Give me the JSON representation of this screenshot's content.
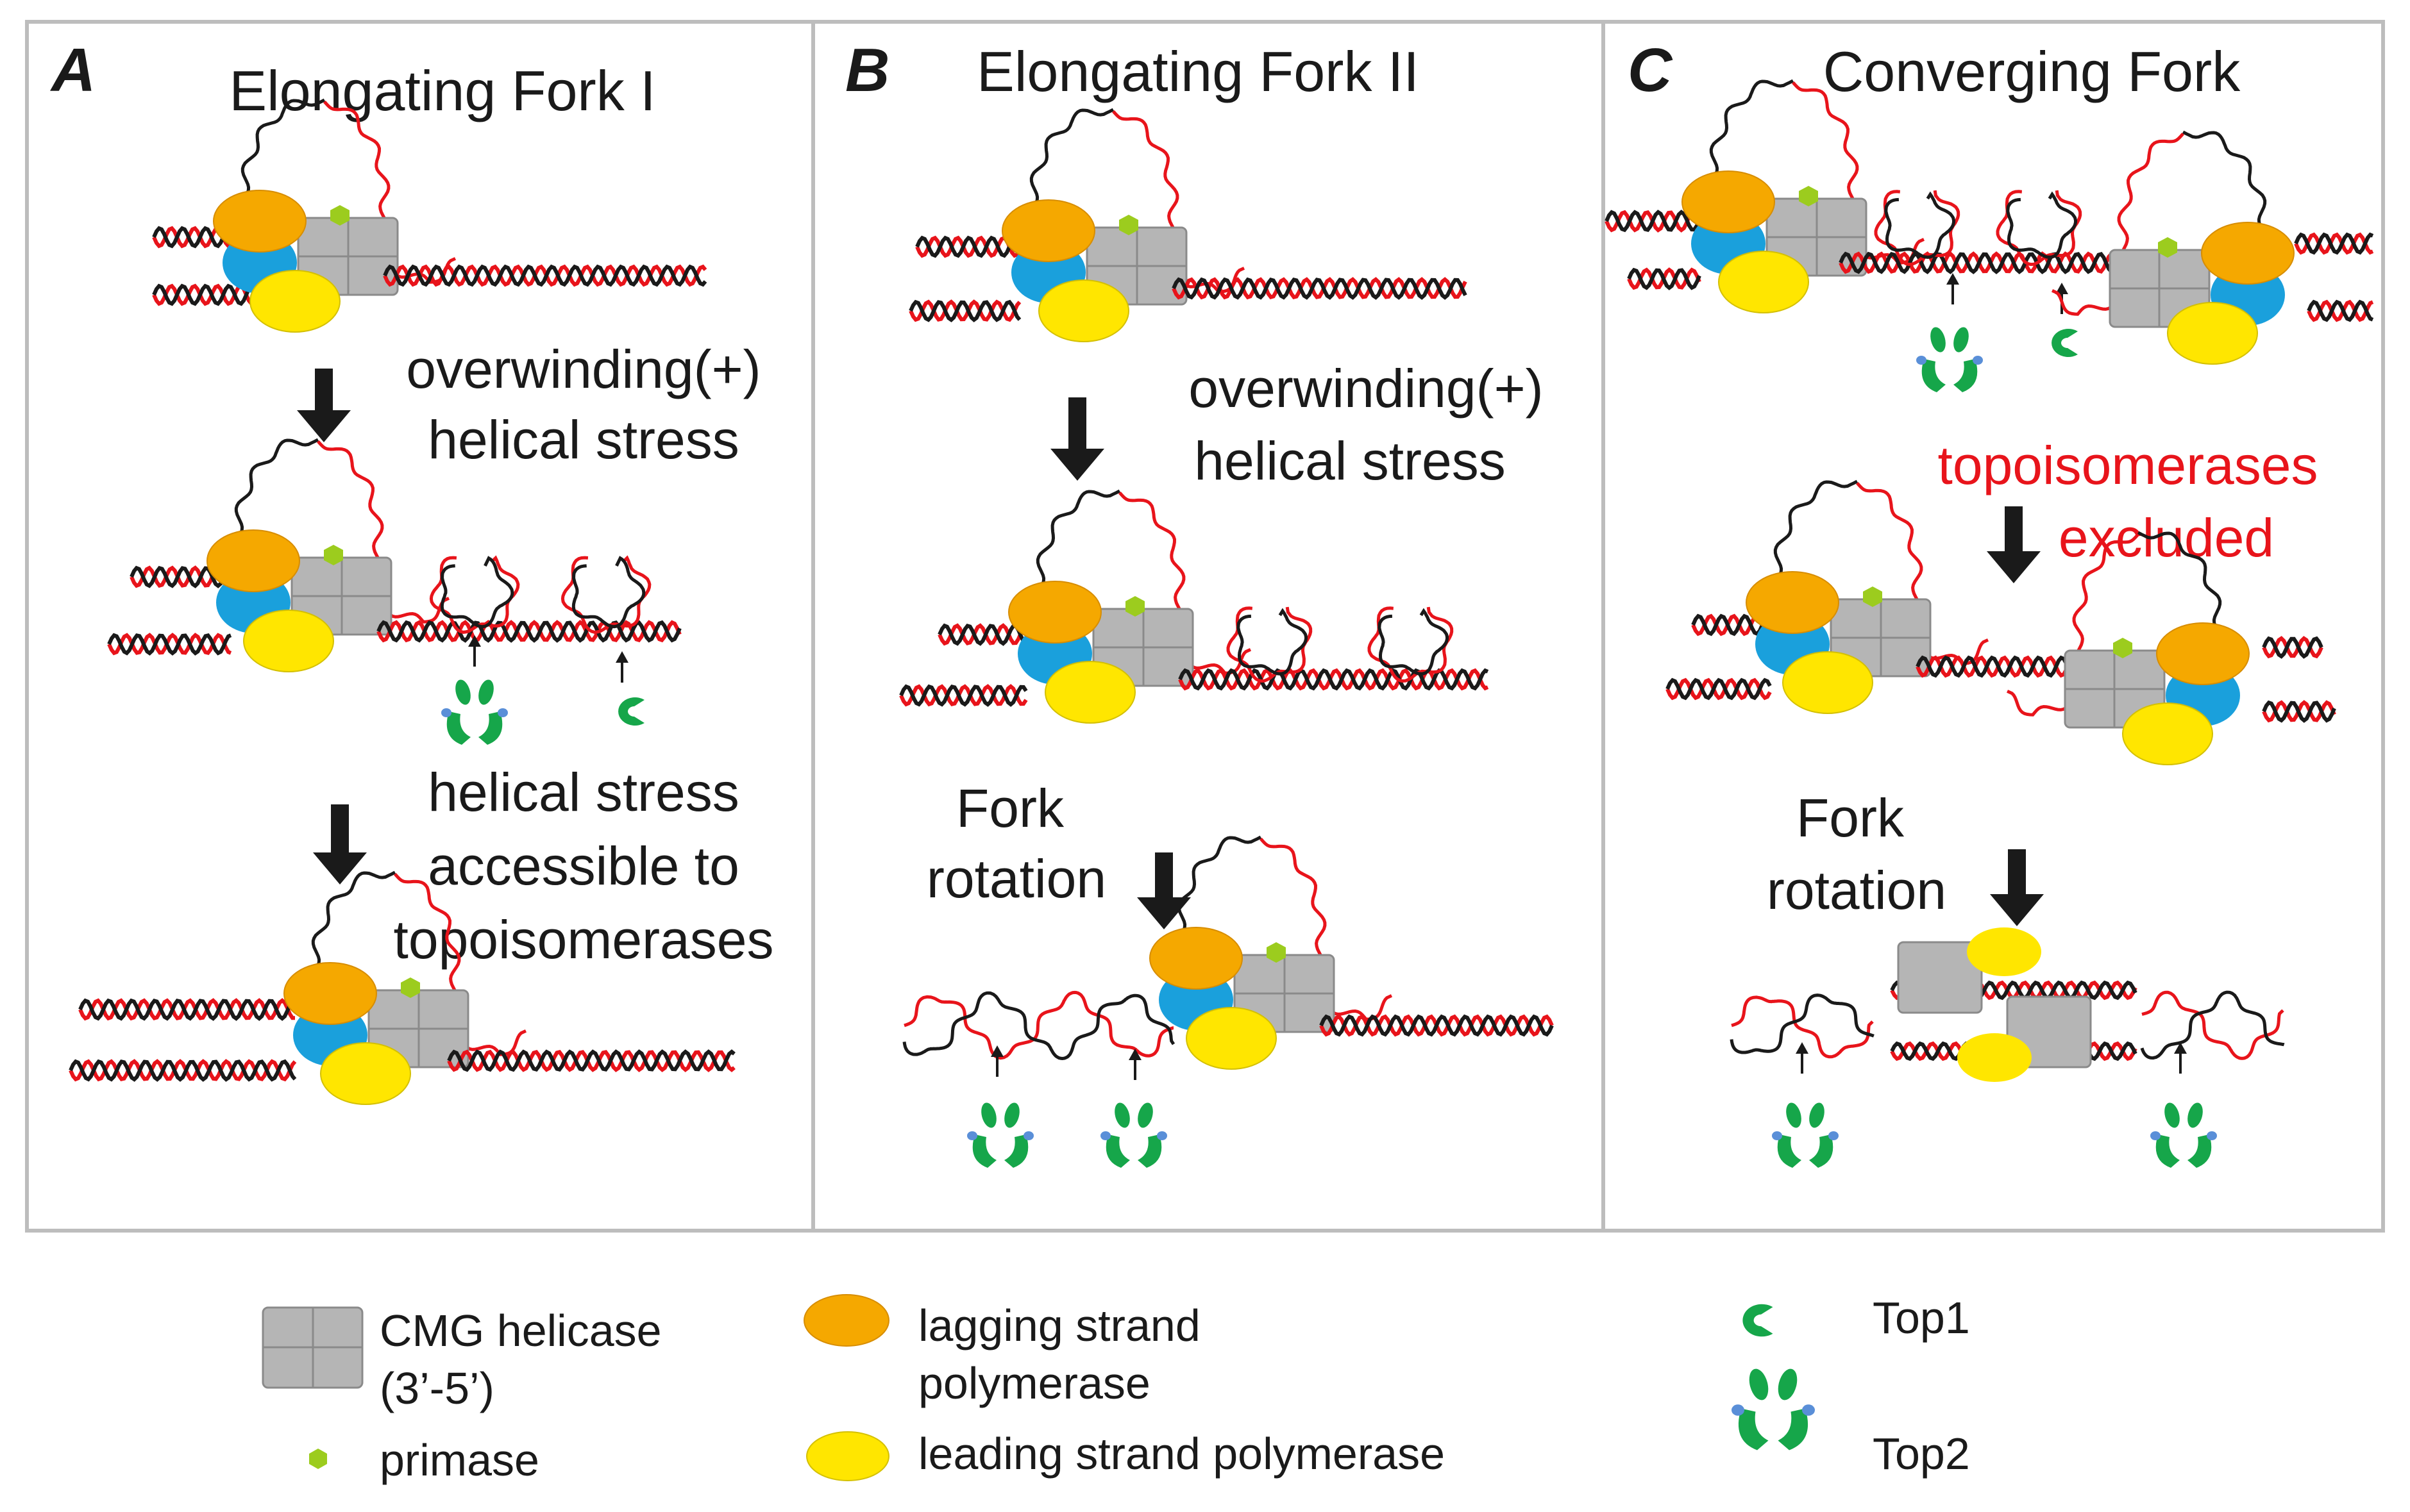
{
  "panels": [
    {
      "letter": "A",
      "title": "Elongating Fork I",
      "step1": [
        "overwinding(+)",
        "helical stress"
      ],
      "step2": [
        "helical stress",
        "accessible to",
        "topoisomerases"
      ]
    },
    {
      "letter": "B",
      "title": "Elongating Fork II",
      "step1": [
        "overwinding(+)",
        "helical stress"
      ],
      "step2": [
        "Fork",
        "rotation"
      ]
    },
    {
      "letter": "C",
      "title": "Converging Fork",
      "step1": [
        "topoisomerases",
        "excluded"
      ],
      "step2": [
        "Fork",
        "rotation"
      ]
    }
  ],
  "legend": {
    "cmg": [
      "CMG helicase",
      "(3’-5’)"
    ],
    "primase": "primase",
    "lagging": [
      "lagging strand",
      "polymerase"
    ],
    "leading": "leading strand polymerase",
    "top1": "Top1",
    "top2": "Top2"
  },
  "colors": {
    "dna_a": "#e8141b",
    "dna_b": "#1a1a1a",
    "lagging_polymerase": "#f5a800",
    "leading_polymerase": "#ffe600",
    "cmg_helicase": "#b5b5b5",
    "primase": "#9ccc1e",
    "ctf4_blue": "#1aa0dc",
    "topoisomerase": "#16a64a",
    "emphasis_text": "#e8141b",
    "panel_border": "#bdbdbd"
  }
}
